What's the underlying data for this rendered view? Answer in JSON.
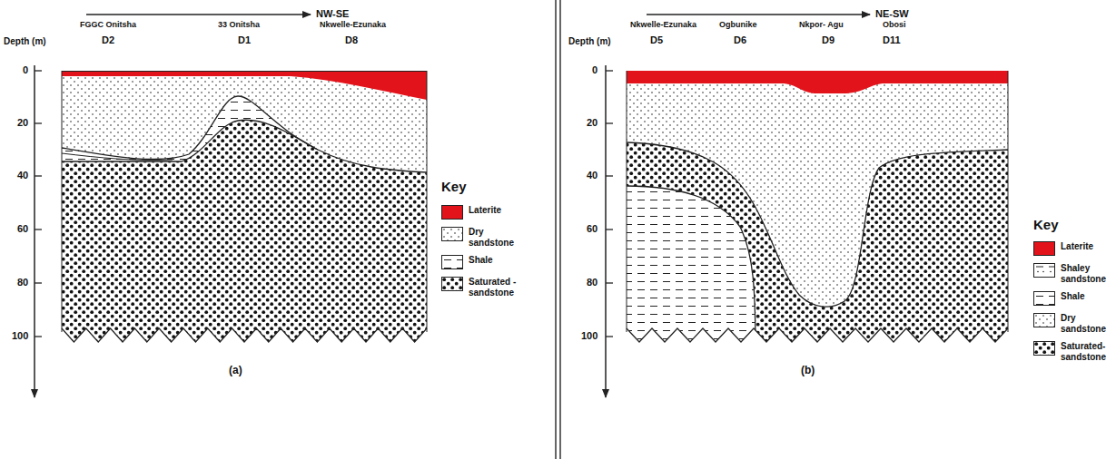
{
  "diagram": {
    "labels": [
      "Depth (m)",
      "0",
      "20",
      "40",
      "60",
      "80",
      "100",
      "NW-SE",
      "FGGC Onitsha",
      "D2",
      "33 Onitsha",
      "D1",
      "Nkwelle-Ezunaka",
      "D8",
      "Key",
      "(a)",
      "Depth (m)",
      "0",
      "20",
      "40",
      "60",
      "80",
      "100",
      "NE-SW",
      "Nkwelle-Ezunaka",
      "D5",
      "Ogbunike",
      "D6",
      "Nkpor- Agu",
      "D9",
      "Obosi",
      "D11",
      "Key",
      "(b)"
    ],
    "legend": [
      {
        "text": "Laterite",
        "color": "#e3131b"
      },
      {
        "text": "Dry sandstone"
      },
      {
        "text": "Shale"
      },
      {
        "text": "Saturated - sandstone"
      },
      {
        "text": "Laterite",
        "color": "#e3131b"
      },
      {
        "text": "Shaley sandstone"
      },
      {
        "text": "Shale"
      },
      {
        "text": "Dry sandstone"
      },
      {
        "text": "Saturated- sandstone"
      }
    ]
  }
}
